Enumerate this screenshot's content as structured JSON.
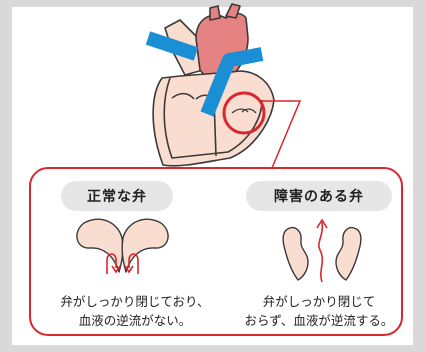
{
  "normal_valve": {
    "title": "正常な弁",
    "caption_line1": "弁がしっかり閉じており、",
    "caption_line2": "血液の逆流がない。"
  },
  "damaged_valve": {
    "title": "障害のある弁",
    "caption_line1": "弁がしっかり閉じて",
    "caption_line2": "おらず、血液が逆流する。"
  },
  "colors": {
    "background": "#d9d9d9",
    "heart": "#f9ddd0",
    "aorta": "#e58383",
    "vessel": "#1a8fd6",
    "accent_red": "#d9272e",
    "label_bg": "#e6e6e6"
  }
}
